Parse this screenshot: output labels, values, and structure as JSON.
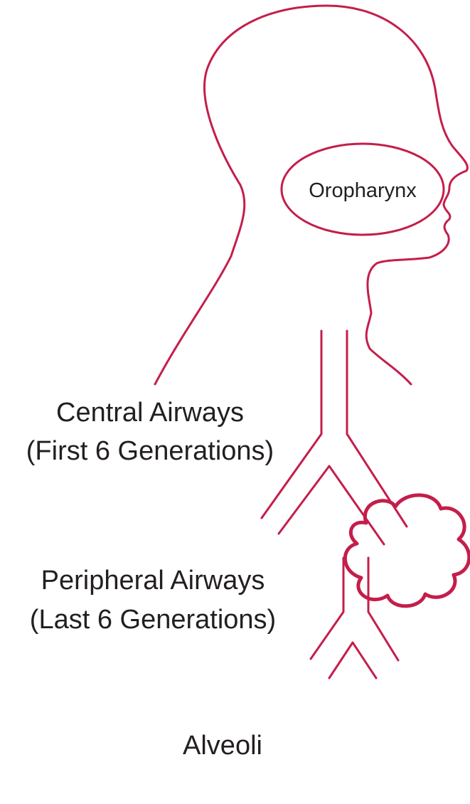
{
  "colors": {
    "outline": "#c41e4a",
    "text": "#231f20",
    "background": "#ffffff"
  },
  "labels": {
    "oropharynx": "Oropharynx",
    "central_line1": "Central Airways",
    "central_line2": "(First 6 Generations)",
    "peripheral_line1": "Peripheral Airways",
    "peripheral_line2": "(Last 6 Generations)",
    "alveoli": "Alveoli"
  }
}
